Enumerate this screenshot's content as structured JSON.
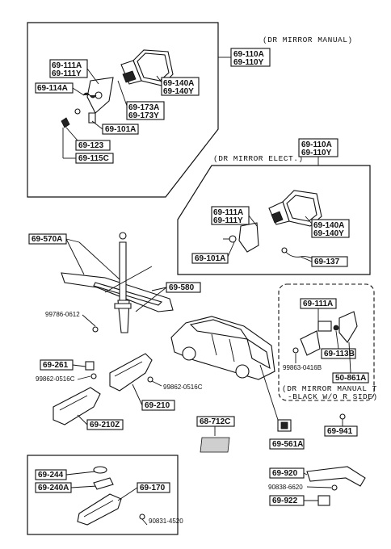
{
  "group1": {
    "note": "(DR MIRROR MANUAL)",
    "mirror_assy": [
      "69-110A",
      "69-110Y"
    ],
    "mount": [
      "69-111A",
      "69-111Y"
    ],
    "spring": "69-114A",
    "glass": [
      "69-140A",
      "69-140Y"
    ],
    "cover": [
      "69-173A",
      "69-173Y"
    ],
    "screw": "69-101A",
    "knob": "69-123",
    "grommet": "69-115C"
  },
  "group2": {
    "note": "(DR MIRROR ELECT.)",
    "mirror_assy": [
      "69-110A",
      "69-110Y"
    ],
    "mount": [
      "69-111A",
      "69-111Y"
    ],
    "glass": [
      "69-140A",
      "69-140Y"
    ],
    "screw": "69-101A",
    "harness": "69-137"
  },
  "group3": {
    "mount": "69-111A",
    "cover": "69-113B",
    "screw": "99863-0416B",
    "garnish": "50-861A",
    "note_line1": "(DR MIRROR MANUAL T",
    "note_line2": "-BLACK W/O R SIDE)"
  },
  "misc": {
    "rear_mirror": "69-570A",
    "bracket": "69-580",
    "bolt": "99786-0612",
    "clip": "69-261",
    "screw_sun": "99862-0516C",
    "screw_sun_r": "99862-0516C",
    "visor_l": "69-210Z",
    "visor_r": "69-210",
    "label_sheet": "68-712C",
    "switch": "69-561A",
    "clip_941": "69-941",
    "handle": "69-920",
    "bolt_handle": "90838-6620",
    "cap": "69-922",
    "lamp_bulb": "69-244",
    "lamp_lens": "69-240A",
    "lamp_assy": "69-170",
    "lamp_screw": "90831-4520"
  }
}
